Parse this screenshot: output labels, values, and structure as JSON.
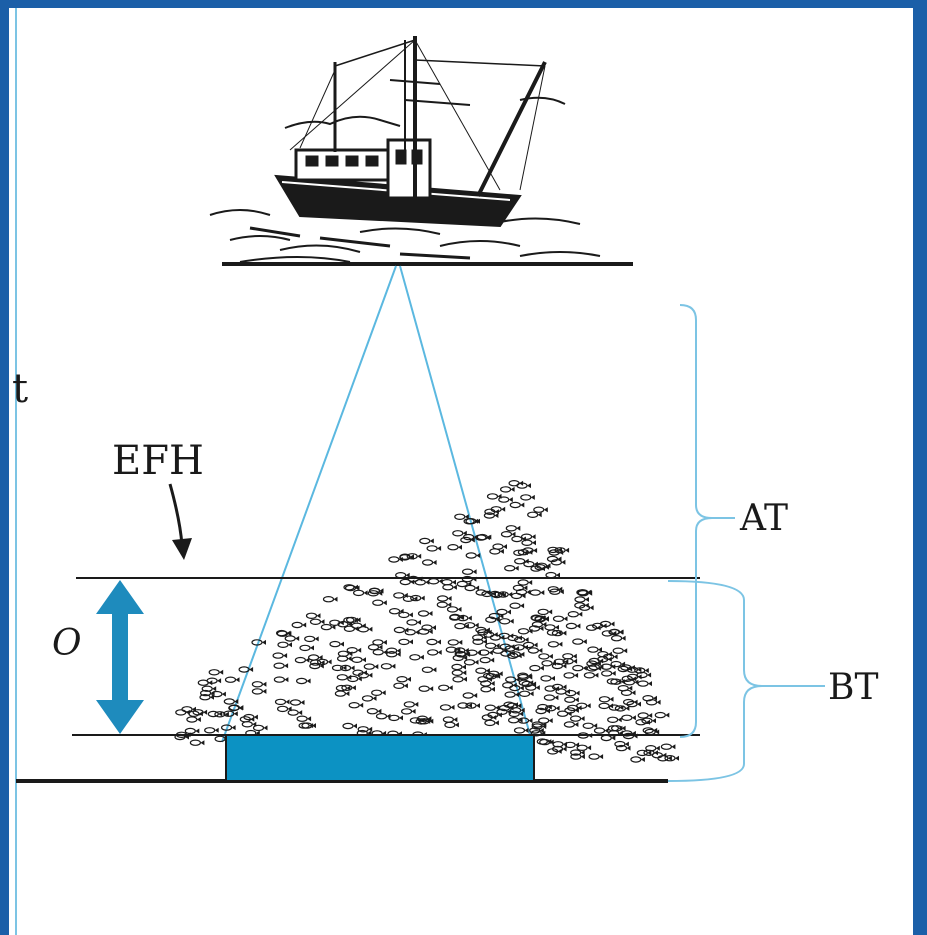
{
  "labels": {
    "efh": "EFH",
    "at": "AT",
    "bt": "BT",
    "o": "O",
    "edge_fragment": "t"
  },
  "colors": {
    "frame_blue": "#1b5fa8",
    "beam_line": "#5bb8e0",
    "bracket_line": "#7cc4e4",
    "arrow_blue": "#1e8bbd",
    "bottom_bar": "#0c92c3",
    "ink": "#1a1a1a"
  },
  "icons": {
    "vessel": "fishing-trawler-icon",
    "fish": "fish-school-icon"
  }
}
